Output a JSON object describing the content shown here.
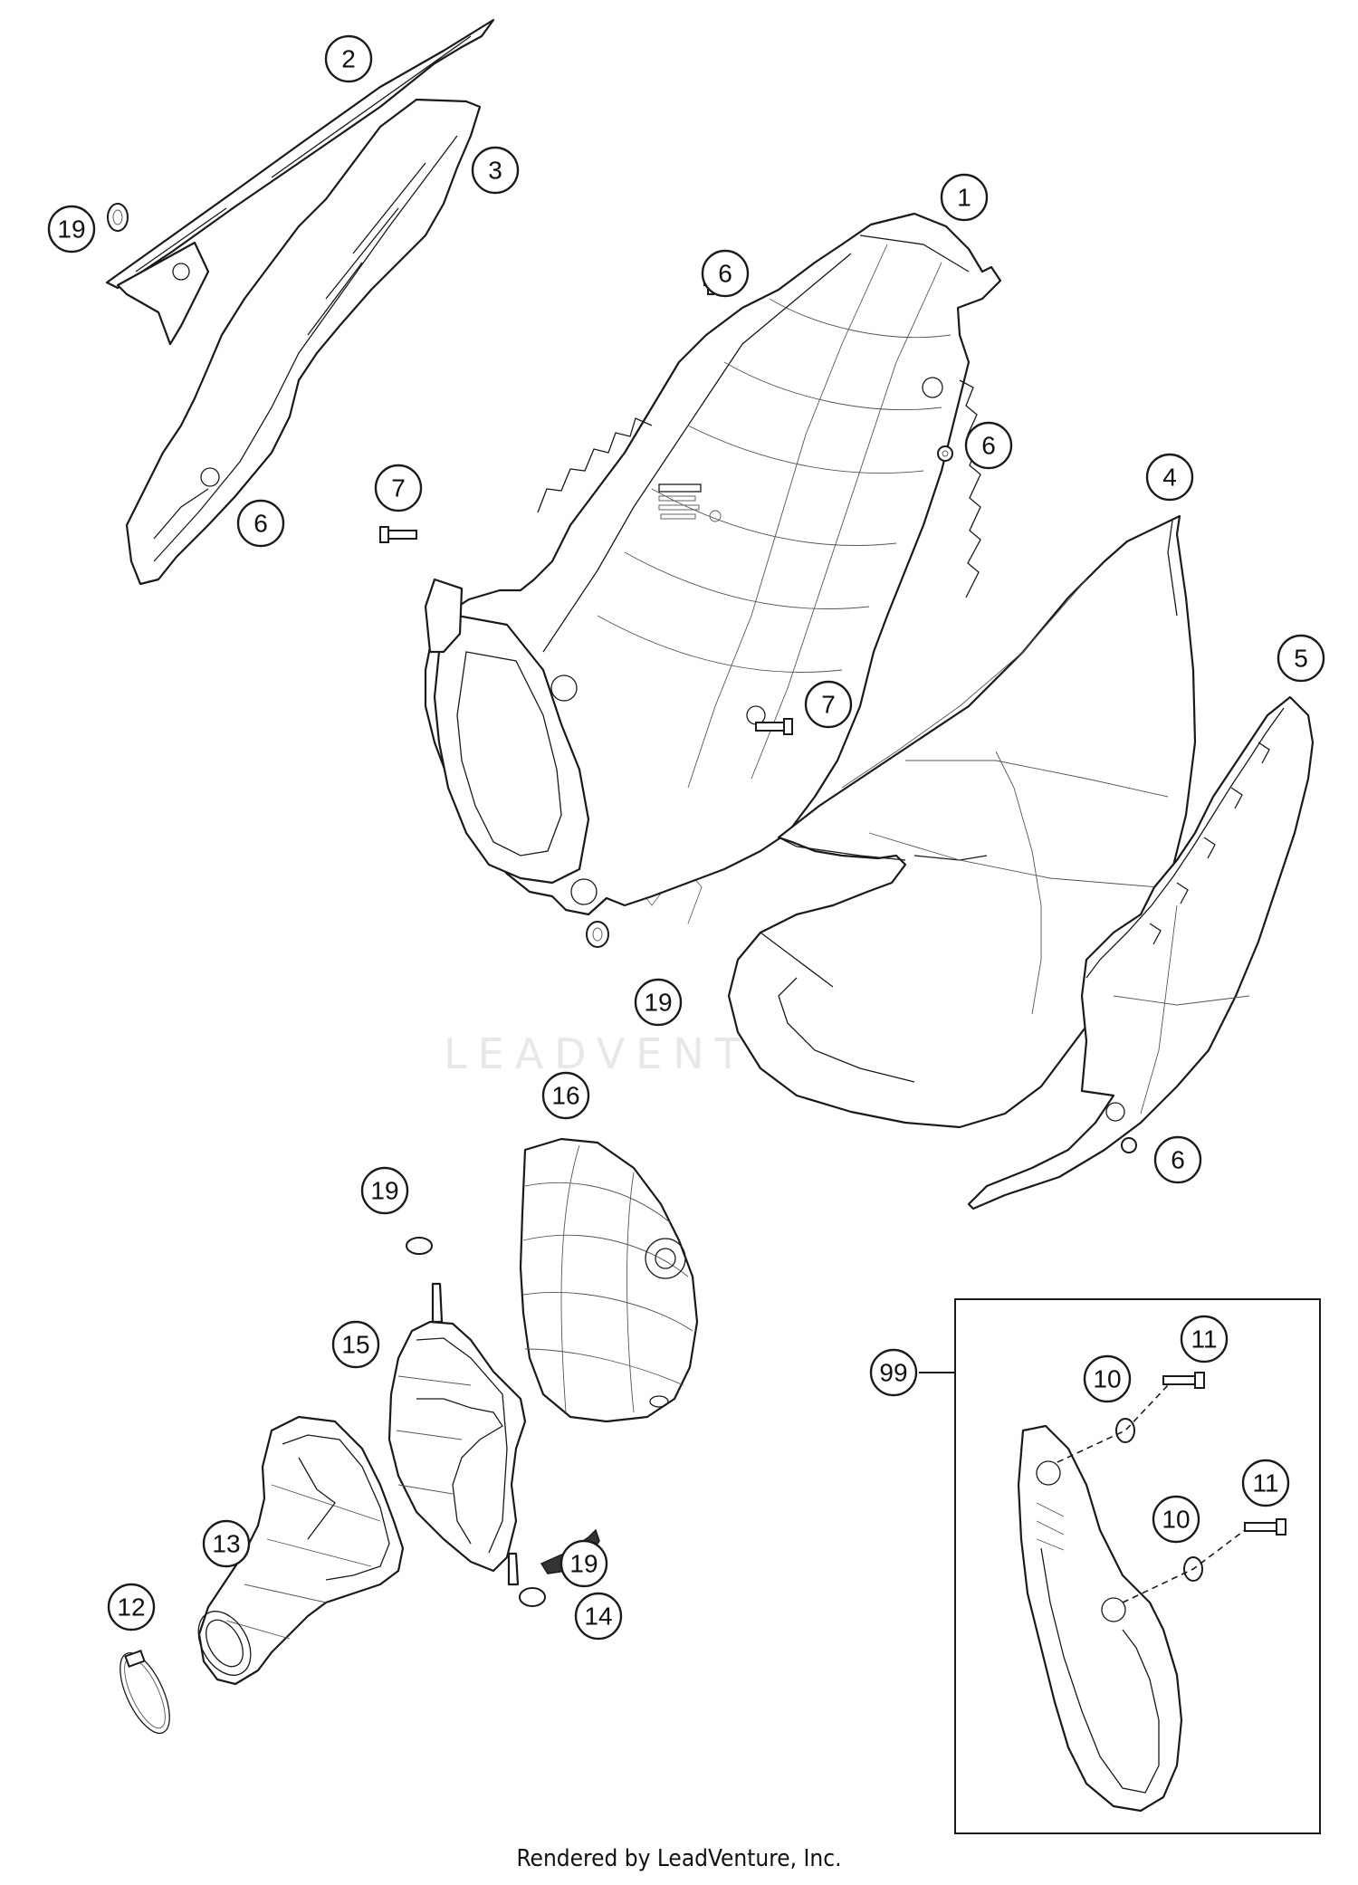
{
  "callouts": {
    "c1": "1",
    "c2": "2",
    "c3": "3",
    "c4": "4",
    "c5": "5",
    "c6a": "6",
    "c6b": "6",
    "c6c": "6",
    "c6d": "6",
    "c7a": "7",
    "c7b": "7",
    "c10a": "10",
    "c10b": "10",
    "c11a": "11",
    "c11b": "11",
    "c12": "12",
    "c13": "13",
    "c14": "14",
    "c15": "15",
    "c16": "16",
    "c19a": "19",
    "c19b": "19",
    "c19c": "19",
    "c19d": "19",
    "c99": "99"
  },
  "watermark": "LEADVENTURE",
  "footer": "Rendered by LeadVenture, Inc."
}
